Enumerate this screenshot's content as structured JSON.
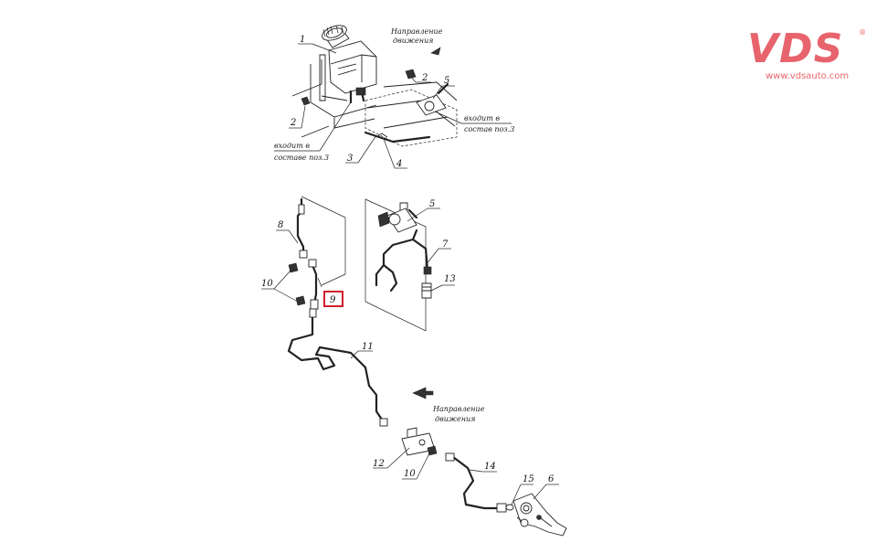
{
  "brand": {
    "logo_text": "VDS",
    "registered_mark": "®",
    "url": "www.vdsauto.com",
    "color": "#e8646c"
  },
  "top_view": {
    "note_direction_line1": "Направление",
    "note_direction_line2": "движения",
    "note_left_line1": "входит в",
    "note_left_line2": "составе поз.3",
    "note_right_line1": "входит в",
    "note_right_line2": "состав поз.3",
    "labels": {
      "l1": "1",
      "l2a": "2",
      "l2b": "2",
      "l3": "3",
      "l4": "4",
      "l5": "5"
    }
  },
  "bottom_view": {
    "note_direction_line1": "Направление",
    "note_direction_line2": "движения",
    "labels": {
      "l5": "5",
      "l6": "6",
      "l7": "7",
      "l8": "8",
      "l9": "9",
      "l10a": "10",
      "l10b": "10",
      "l11": "11",
      "l12": "12",
      "l13": "13",
      "l14": "14",
      "l15": "15"
    },
    "highlight_color": "#d0202a"
  }
}
